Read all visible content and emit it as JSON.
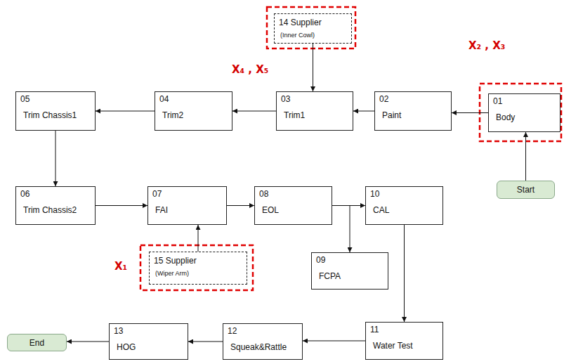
{
  "diagram": {
    "nodes": [
      {
        "text": [
          "Start"
        ]
      },
      {
        "text": [
          "01",
          "Body"
        ]
      },
      {
        "text": [
          "02",
          "Paint"
        ]
      },
      {
        "text": [
          "03",
          "Trim1"
        ]
      },
      {
        "text": [
          "04",
          "Trim2"
        ]
      },
      {
        "text": [
          "05",
          "Trim Chassis1"
        ]
      },
      {
        "text": [
          "06",
          "Trim Chassis2"
        ]
      },
      {
        "text": [
          "07",
          "FAI"
        ]
      },
      {
        "text": [
          "08",
          "EOL"
        ]
      },
      {
        "text": [
          "09",
          "FCPA"
        ]
      },
      {
        "text": [
          "10",
          "CAL"
        ]
      },
      {
        "text": [
          "11",
          "Water Test"
        ]
      },
      {
        "text": [
          "12",
          "Squeak&Rattle"
        ]
      },
      {
        "text": [
          "13",
          "HOG"
        ]
      },
      {
        "text": [
          "End"
        ]
      },
      {
        "text": [
          "14 Supplier",
          "(Inner Cowl)"
        ]
      },
      {
        "text": [
          "15 Supplier",
          "(Wiper Arm)"
        ]
      }
    ],
    "edges": [
      {
        "from": 0,
        "to": 1,
        "arrow": "to"
      },
      {
        "from": 1,
        "to": 2,
        "arrow": "to"
      },
      {
        "from": 2,
        "to": 3,
        "arrow": "to"
      },
      {
        "from": 3,
        "to": 4,
        "arrow": "to"
      },
      {
        "from": 4,
        "to": 5,
        "arrow": "to"
      },
      {
        "from": 5,
        "to": 6,
        "arrow": "to"
      },
      {
        "from": 6,
        "to": 7,
        "arrow": "to"
      },
      {
        "from": 7,
        "to": 8,
        "arrow": "to"
      },
      {
        "from": 8,
        "to": 10,
        "arrow": "to"
      },
      {
        "from": 8,
        "to": 9,
        "arrow": "to"
      },
      {
        "from": 10,
        "to": 11,
        "arrow": "to"
      },
      {
        "from": 11,
        "to": 12,
        "arrow": "to"
      },
      {
        "from": 12,
        "to": 13,
        "arrow": "to"
      },
      {
        "from": 13,
        "to": 14,
        "arrow": "to"
      },
      {
        "from": 15,
        "to": 3,
        "arrow": "to"
      },
      {
        "from": 16,
        "to": 7,
        "arrow": "to"
      }
    ],
    "labels": [
      "X₂ , X₃",
      "X₄ , X₅",
      "X₁"
    ]
  }
}
